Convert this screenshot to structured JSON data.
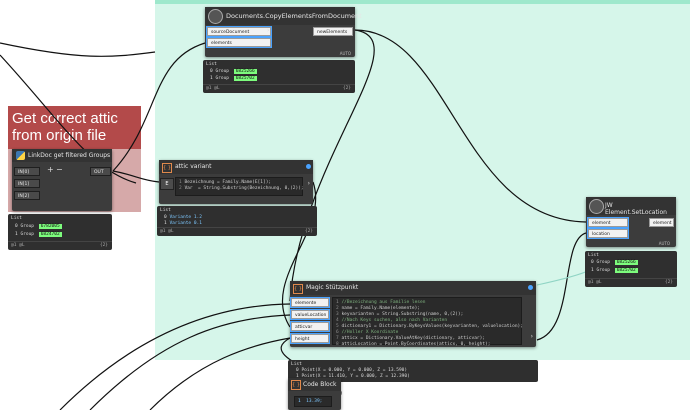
{
  "colors": {
    "group_mint": "#d6f6ea",
    "group_red": "#b34a4a",
    "group_red_body": "#d6a9a9",
    "node_body": "#3c3c3c",
    "value_green": "#7dfc7d",
    "selection_blue": "#4aa3ff",
    "code_block_orange": "#e0894c"
  },
  "red_group": {
    "title": "Get correct attic from origin file"
  },
  "copy_node": {
    "title": "Documents.CopyElementsFromDocument",
    "icon": "package-manager-icon",
    "inputs": [
      "sourceDocument",
      "elements"
    ],
    "output": "newElements",
    "lacing": "AUTO",
    "preview_header": "List",
    "preview_rows": [
      {
        "index": "0",
        "label": "Group",
        "value": "6825266"
      },
      {
        "index": "1",
        "label": "Group",
        "value": "6825702"
      }
    ],
    "footer_left": "@1 @L",
    "footer_right": "{2}"
  },
  "linkdoc_node": {
    "title": "LinkDoc get filtered Groups",
    "icon": "python-icon",
    "inputs": [
      "IN[0]",
      "IN[1]",
      "IN[2]"
    ],
    "add_port": "+",
    "remove_port": "−",
    "output": "OUT",
    "preview_header": "List",
    "preview_rows": [
      {
        "index": "0",
        "label": "Group",
        "value": "6782005"
      },
      {
        "index": "1",
        "label": "Group",
        "value": "6824702"
      }
    ],
    "footer_left": "@1 @L",
    "footer_right": "{2}"
  },
  "attic_node": {
    "title": "attic variant",
    "icon": "code-block-icon",
    "input_label": "E",
    "code": [
      {
        "num": "1",
        "text": "Bezeichnung = Family.Name(E[1]);"
      },
      {
        "num": "2",
        "text": "Var  = String.Substring(Bezeichnung, 0,(2));"
      }
    ],
    "preview_header": "List",
    "preview_rows": [
      {
        "index": "0",
        "label": "Variante 1.2"
      },
      {
        "index": "1",
        "label": "Variante 0.1"
      }
    ],
    "footer_left": "@1 @L",
    "footer_right": "{2}"
  },
  "setlocation_node": {
    "title": "JW Element.SetLocation",
    "icon": "package-manager-icon",
    "inputs": [
      "element",
      "location"
    ],
    "output": "element",
    "lacing": "AUTO",
    "preview_header": "List",
    "preview_rows": [
      {
        "index": "0",
        "label": "Group",
        "value": "6825266"
      },
      {
        "index": "1",
        "label": "Group",
        "value": "6825702"
      }
    ],
    "footer_left": "@1 @L",
    "footer_right": "{2}"
  },
  "magic_node": {
    "title": "Magic Stützpunkt",
    "icon": "code-block-icon",
    "inputs": [
      "elemente",
      "valueLocation",
      "atticvar",
      "height"
    ],
    "code": [
      {
        "num": "1",
        "text": "//Bezeichnung aus Familie lesen",
        "comment": true
      },
      {
        "num": "2",
        "text": "name = Family.Name(elemente);"
      },
      {
        "num": "3",
        "text": "keyvarianten = String.Substring(name, 0,(2));"
      },
      {
        "num": "4",
        "text": "//Nach Keys suchen, also nach Varianten",
        "comment": true
      },
      {
        "num": "5",
        "text": "dictionary1 = Dictionary.ByKeysValues(keyvarianten, valuelocation);"
      },
      {
        "num": "6",
        "text": "//Holler X Koordinate",
        "comment": true
      },
      {
        "num": "7",
        "text": "atticx = Dictionary.ValueAtKey(dictionary, atticvar);"
      },
      {
        "num": "8",
        "text": "atticLocation = Point.ByCoordinates(atticx, 0, height);"
      }
    ],
    "preview_header": "List",
    "preview_rows": [
      {
        "index": "0",
        "text": "Point(X = 0.000, Y = 0.000, Z = 13.590)"
      },
      {
        "index": "1",
        "text": "Point(X = 11.410, Y = 0.000, Z = 12.390)"
      }
    ]
  },
  "codeblock_node": {
    "title": "Code Block",
    "icon": "code-block-icon",
    "code": "1  13.39;"
  }
}
